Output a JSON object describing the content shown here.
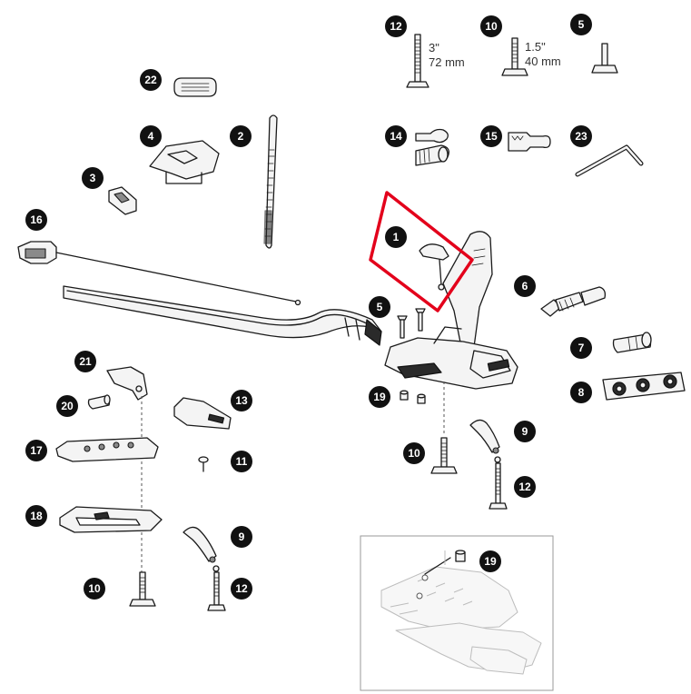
{
  "highlight_color": "#e3001b",
  "callouts": {
    "c12_top": "12",
    "c10_top": "10",
    "c5_top": "5",
    "c22": "22",
    "c4": "4",
    "c2": "2",
    "c3": "3",
    "c14": "14",
    "c15": "15",
    "c23": "23",
    "c16": "16",
    "c1": "1",
    "c6": "6",
    "c5_mid": "5",
    "c7": "7",
    "c8": "8",
    "c21": "21",
    "c20": "20",
    "c13": "13",
    "c19_mid": "19",
    "c9_right": "9",
    "c17": "17",
    "c11": "11",
    "c10_mid": "10",
    "c12_right": "12",
    "c18": "18",
    "c9_left": "9",
    "c19_inset": "19",
    "c10_left": "10",
    "c12_left": "12"
  },
  "dimensions": {
    "bolt_long_inch": "3\"",
    "bolt_long_mm": "72 mm",
    "bolt_short_inch": "1.5\"",
    "bolt_short_mm": "40 mm"
  },
  "icons": [
    "hex-key-icon",
    "lock-key-icon",
    "bolt-icon"
  ]
}
